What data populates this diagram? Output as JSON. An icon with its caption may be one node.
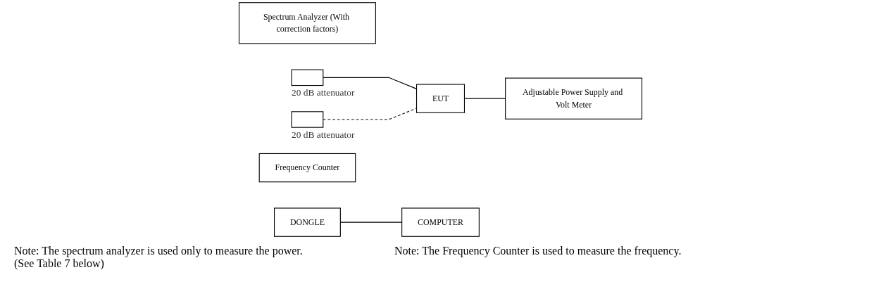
{
  "diagram": {
    "nodes": [
      {
        "text": [
          "Spectrum Analyzer (With correction factors)"
        ]
      },
      {
        "text": [],
        "shape": "box",
        "beside": [
          "20 dB attenuator"
        ]
      },
      {
        "text": [
          "EUT"
        ]
      },
      {
        "text": [
          "DONGLE"
        ]
      },
      {
        "text": [
          "Adjustable Power Supply and Volt Meter"
        ]
      },
      {
        "text": [
          "COMPUTER"
        ]
      },
      {
        "text": [
          "Frequency Counter"
        ]
      },
      {
        "text": [],
        "shape": "box",
        "beside": [
          "20 dB attenuator"
        ]
      }
    ],
    "edges": [
      {
        "from": 1,
        "to": 2,
        "arrow": "none"
      },
      {
        "from": 7,
        "to": 2,
        "arrow": "none",
        "style": "dashed"
      },
      {
        "from": 2,
        "to": 4,
        "arrow": "none"
      },
      {
        "from": 3,
        "to": 5,
        "arrow": "none"
      }
    ],
    "labels": [
      "Note: The spectrum analyzer is used only to measure the power.  (See Table 7 below)",
      "Note: The Frequency Counter is used to measure the frequency."
    ]
  }
}
